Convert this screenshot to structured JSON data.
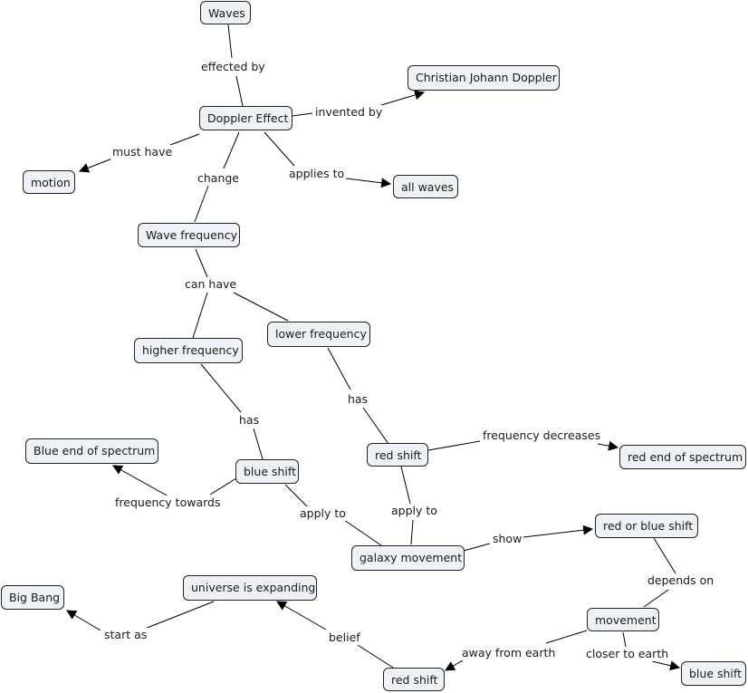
{
  "concepts": {
    "waves": "Waves",
    "doppler_effect": "Doppler Effect",
    "christian_doppler": "Christian Johann Doppler",
    "motion": "motion",
    "all_waves": "all waves",
    "wave_frequency": "Wave frequency",
    "higher_frequency": "higher frequency",
    "lower_frequency": "lower frequency",
    "blue_end": "Blue end of spectrum",
    "red_shift_1": "red shift",
    "red_end": "red end of spectrum",
    "blue_shift_1": "blue shift",
    "galaxy_movement": "galaxy movement",
    "red_or_blue_shift": "red or blue shift",
    "universe_expanding": "universe is expanding",
    "big_bang": "Big Bang",
    "movement": "movement",
    "red_shift_2": "red shift",
    "blue_shift_2": "blue shift"
  },
  "links": {
    "effected_by": "effected by",
    "invented_by": "invented by",
    "must_have": "must have",
    "change": "change",
    "applies_to": "applies to",
    "can_have": "can have",
    "has_1": "has",
    "has_2": "has",
    "frequency_towards": "frequency towards",
    "frequency_decreases": "frequency decreases",
    "apply_to_1": "apply to",
    "apply_to_2": "apply to",
    "show": "show",
    "depends_on": "depends on",
    "start_as": "start as",
    "belief": "belief",
    "away_from_earth": "away from earth",
    "closer_to_earth": "closer to earth"
  }
}
